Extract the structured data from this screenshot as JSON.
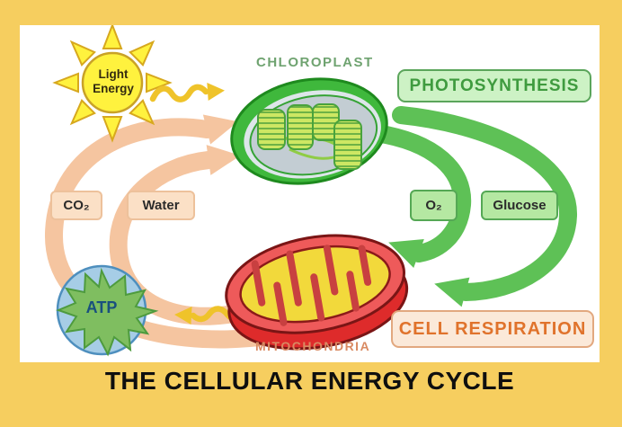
{
  "diagram": {
    "title": "THE CELLULAR ENERGY CYCLE",
    "sun_label": "Light Energy",
    "chloroplast_label": "CHLOROPLAST",
    "mitochondria_label": "MITOCHONDRIA",
    "photosynthesis_label": "PHOTOSYNTHESIS",
    "cell_respiration_label": "CELL RESPIRATION",
    "atp_label": "ATP",
    "molecules": {
      "co2": "CO₂",
      "water": "Water",
      "o2": "O₂",
      "glucose": "Glucose"
    },
    "colors": {
      "frame_yellow": "#F6CE5F",
      "panel_white": "#FFFFFF",
      "photosynthesis_green": "#3F9B3F",
      "respiration_orange": "#E0732C",
      "salmon_arrow": "#F5C5A0",
      "green_arrow": "#5EC156",
      "sun_yellow": "#FFF23E",
      "energy_arrow_yellow": "#EFC32A",
      "atp_circle_blue": "#A6CDE6",
      "atp_star_green": "#7FBE60",
      "chloroplast_green": "#3FB83C",
      "mitochondria_red": "#E33030"
    }
  }
}
